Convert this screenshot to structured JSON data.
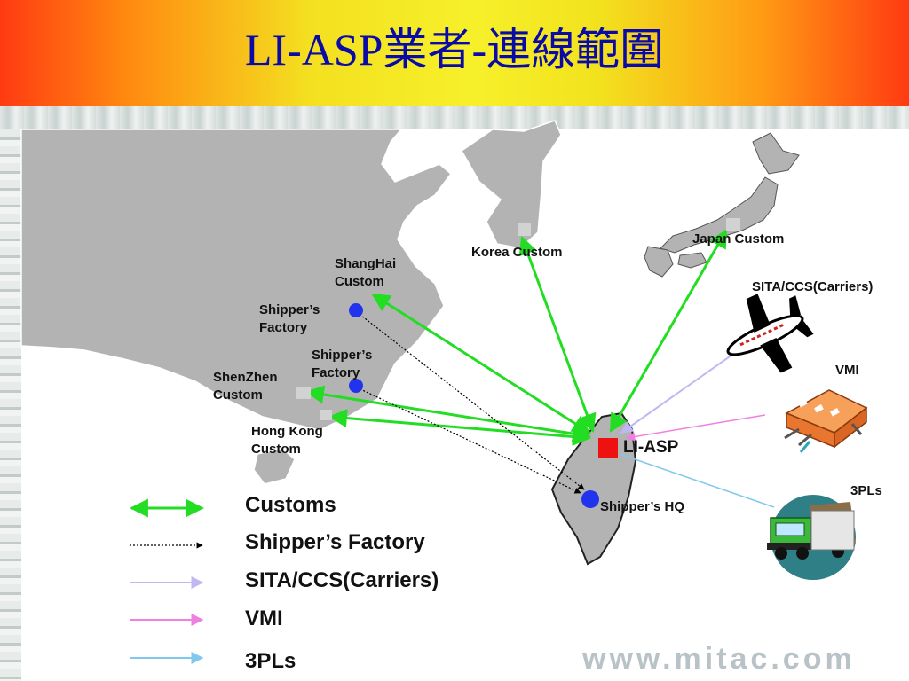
{
  "slide": {
    "title": "LI-ASP業者-連線範圍",
    "website": "www.mitac.com"
  },
  "map_labels": {
    "korea_custom": "Korea Custom",
    "japan_custom": "Japan Custom",
    "shanghai_custom": "ShangHai Custom",
    "shenzhen_custom": "ShenZhen Custom",
    "hongkong_custom": "Hong Kong Custom",
    "shipper_factory_1": "Shipper’s Factory",
    "shipper_factory_2": "Shipper’s Factory",
    "shipper_hq": "Shipper’s HQ",
    "li_asp": "LI-ASP",
    "sita_ccs": "SITA/CCS(Carriers)",
    "vmi": "VMI",
    "three_pls": "3PLs"
  },
  "legend": [
    {
      "label": "Customs",
      "style": "double-arrow",
      "color": "#22dd22"
    },
    {
      "label": "Shipper’s Factory",
      "style": "dotted-arrow",
      "color": "#000000"
    },
    {
      "label": "SITA/CCS(Carriers)",
      "style": "arrow",
      "color": "#c0b8f0"
    },
    {
      "label": "VMI",
      "style": "arrow",
      "color": "#f080e0"
    },
    {
      "label": "3PLs",
      "style": "arrow",
      "color": "#80c8ee"
    }
  ],
  "colors": {
    "customs_link": "#22dd22",
    "factory_link": "#000000",
    "sita_link": "#c0b8f0",
    "vmi_link": "#f080e0",
    "pls_link": "#80c8ee",
    "land": "#b3b3b3",
    "node_blue": "#2233ee",
    "li_asp_red": "#ee1111"
  }
}
